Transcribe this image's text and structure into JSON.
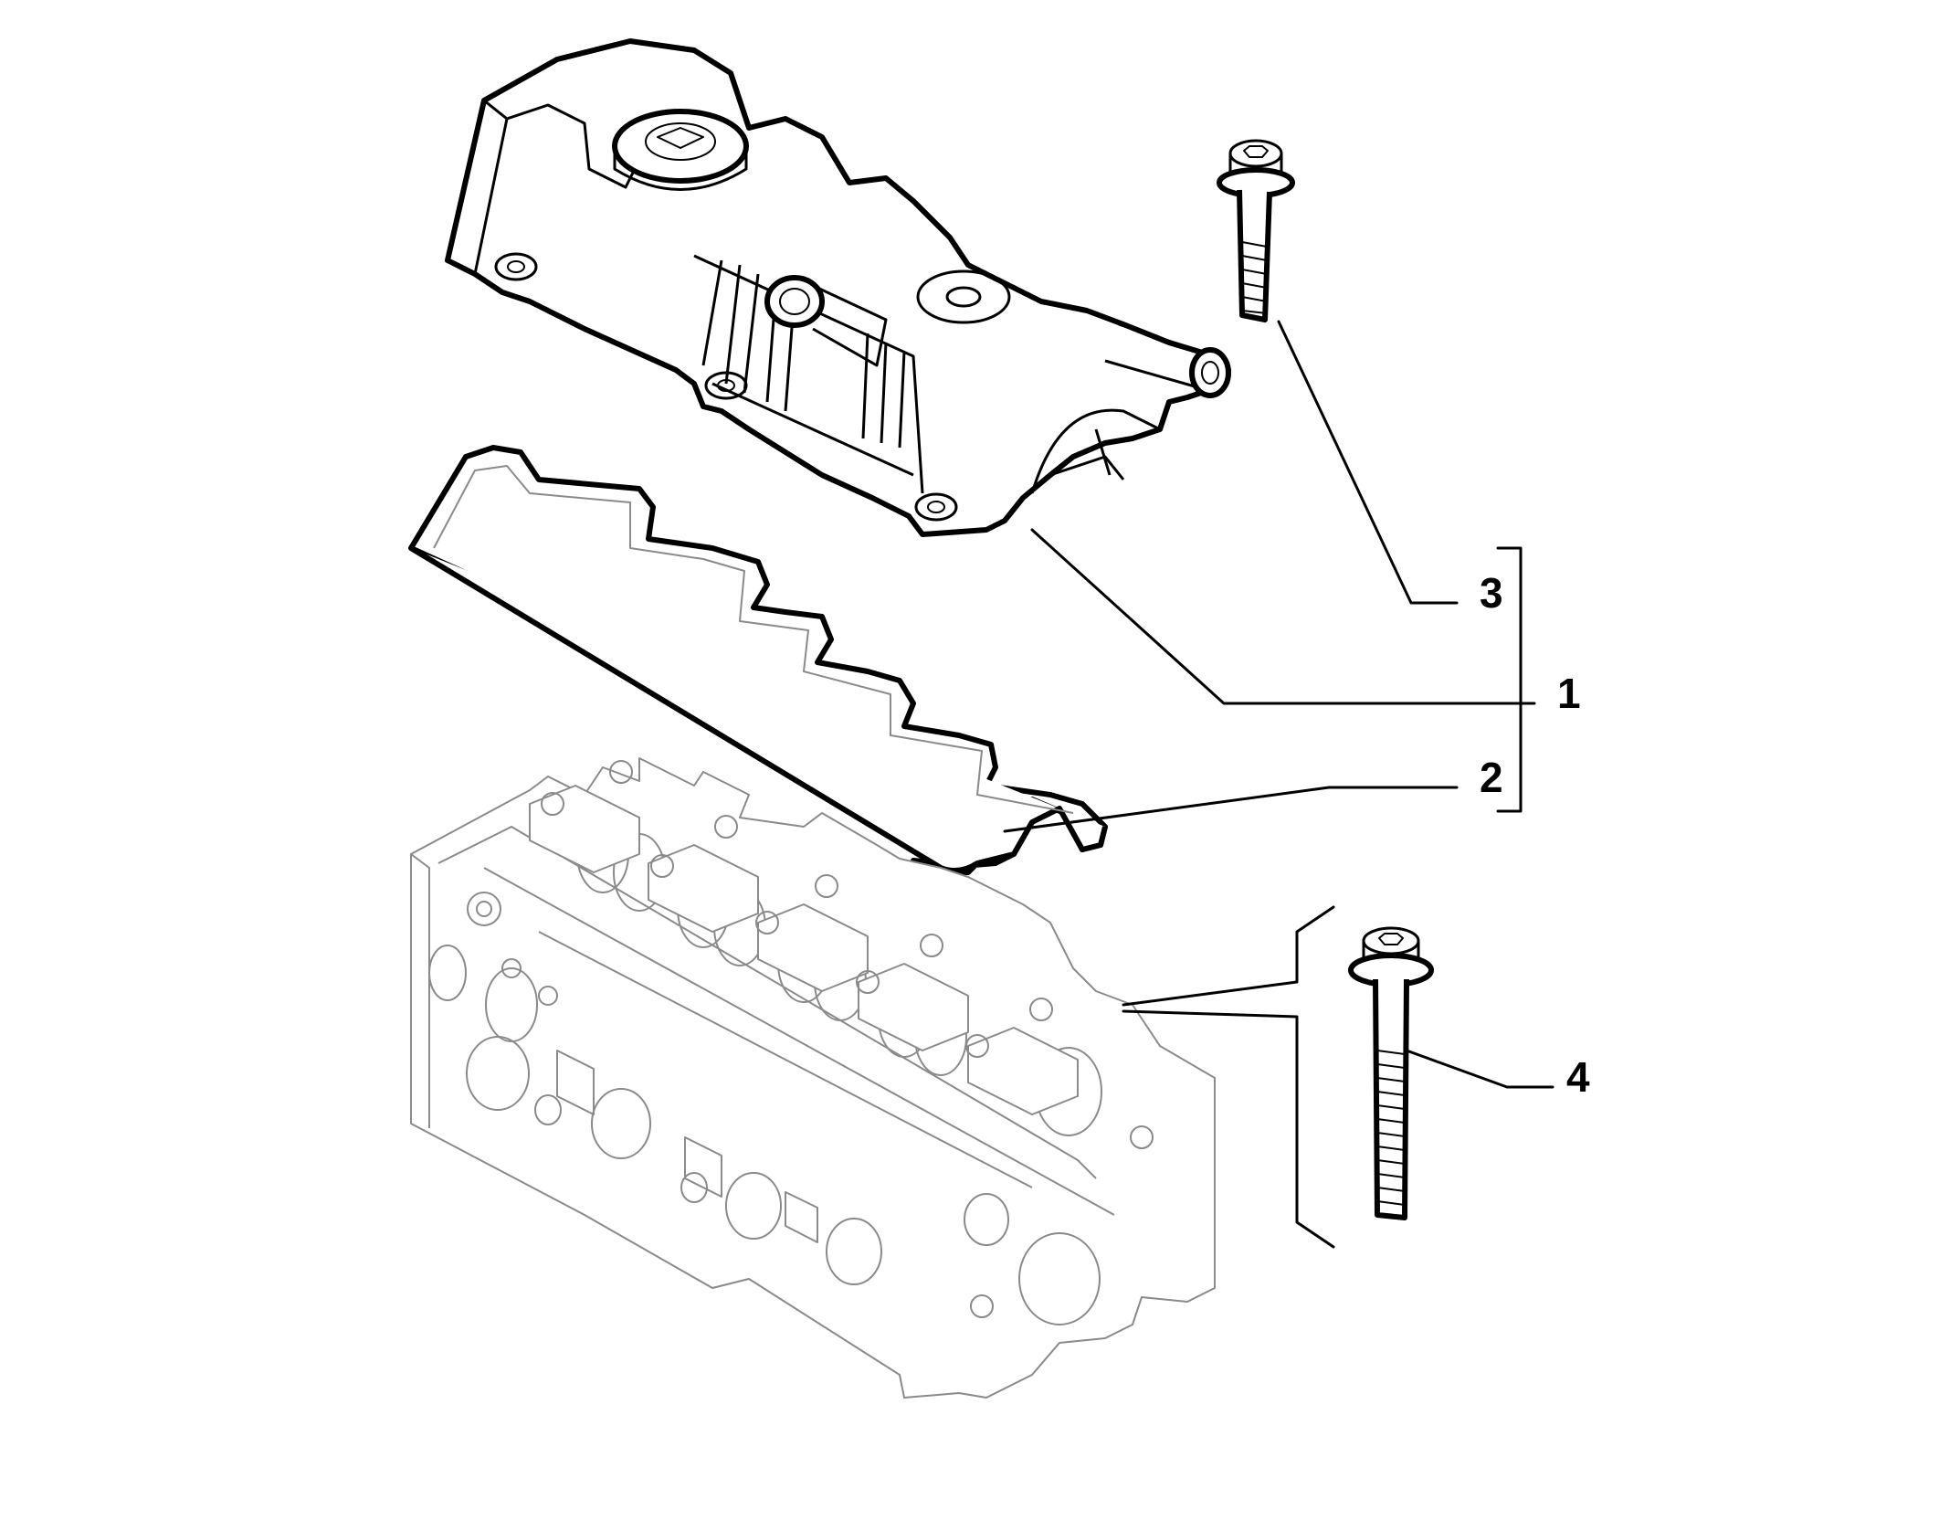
{
  "callouts": [
    {
      "id": "1",
      "text": "1"
    },
    {
      "id": "2",
      "text": "2"
    },
    {
      "id": "3",
      "text": "3"
    },
    {
      "id": "4",
      "text": "4"
    }
  ],
  "colors": {
    "ink": "#000000",
    "ghost": "#8a8a8a",
    "paper": "#ffffff"
  }
}
